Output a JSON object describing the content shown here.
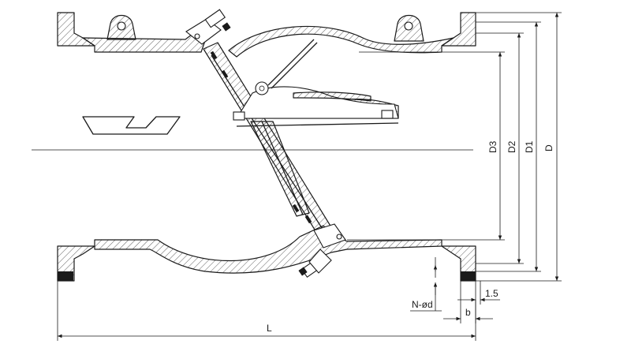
{
  "drawing": {
    "dimensions": {
      "length": "L",
      "flange_od": "D",
      "bolt_circle": "D1",
      "raised_face": "D2",
      "bore": "D3",
      "flange_thickness": "b",
      "face_height": "1.5",
      "bolt_holes": "N-ød"
    }
  }
}
